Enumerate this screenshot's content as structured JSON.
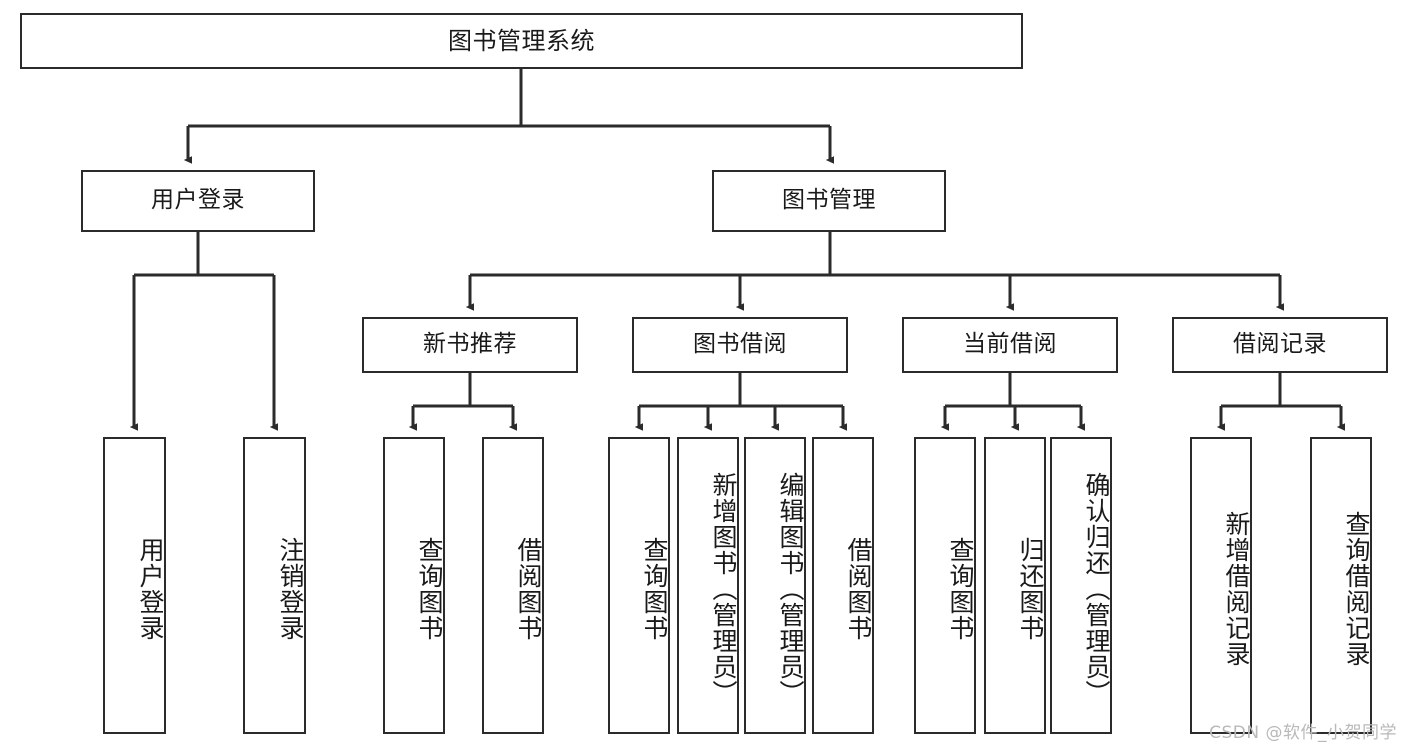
{
  "diagram": {
    "title": "图书管理系统",
    "type": "tree-hierarchy-chart",
    "watermark": "CSDN @软件_小贺同学",
    "colors": {
      "box_border": "#2b2b2b",
      "box_fill": "#ffffff",
      "edge": "#2b2b2b",
      "text": "#1a1a1a",
      "watermark": "#b9b9b9",
      "background": "#ffffff"
    },
    "levels": {
      "root": "图书管理系统",
      "level2": [
        "用户登录",
        "图书管理"
      ],
      "level3": [
        "新书推荐",
        "图书借阅",
        "当前借阅",
        "借阅记录"
      ],
      "level4": [
        "用户登录",
        "注销登录",
        "查询图书",
        "借阅图书",
        "查询图书",
        "新增图书（管理员）",
        "编辑图书（管理员）",
        "借阅图书",
        "查询图书",
        "归还图书",
        "确认归还（管理员）",
        "新增借阅记录",
        "查询借阅记录"
      ]
    },
    "nodes": {
      "root": {
        "label": "图书管理系统"
      },
      "user_login": {
        "label": "用户登录"
      },
      "book_manage": {
        "label": "图书管理"
      },
      "new_book_rec": {
        "label": "新书推荐"
      },
      "book_borrow": {
        "label": "图书借阅"
      },
      "current_borrow": {
        "label": "当前借阅"
      },
      "borrow_record": {
        "label": "借阅记录"
      },
      "leaf_user_login": {
        "label": "用户登录"
      },
      "leaf_logout": {
        "label": "注销登录"
      },
      "leaf_query_book_1": {
        "label": "查询图书"
      },
      "leaf_borrow_book_1": {
        "label": "借阅图书"
      },
      "leaf_query_book_2": {
        "label": "查询图书"
      },
      "leaf_add_book_admin": {
        "label": "新增图书（管理员）"
      },
      "leaf_edit_book_admin": {
        "label": "编辑图书（管理员）"
      },
      "leaf_borrow_book_2": {
        "label": "借阅图书"
      },
      "leaf_query_book_3": {
        "label": "查询图书"
      },
      "leaf_return_book": {
        "label": "归还图书"
      },
      "leaf_confirm_return_admin": {
        "label": "确认归还（管理员）"
      },
      "leaf_add_borrow_record": {
        "label": "新增借阅记录"
      },
      "leaf_query_borrow_record": {
        "label": "查询借阅记录"
      }
    }
  }
}
